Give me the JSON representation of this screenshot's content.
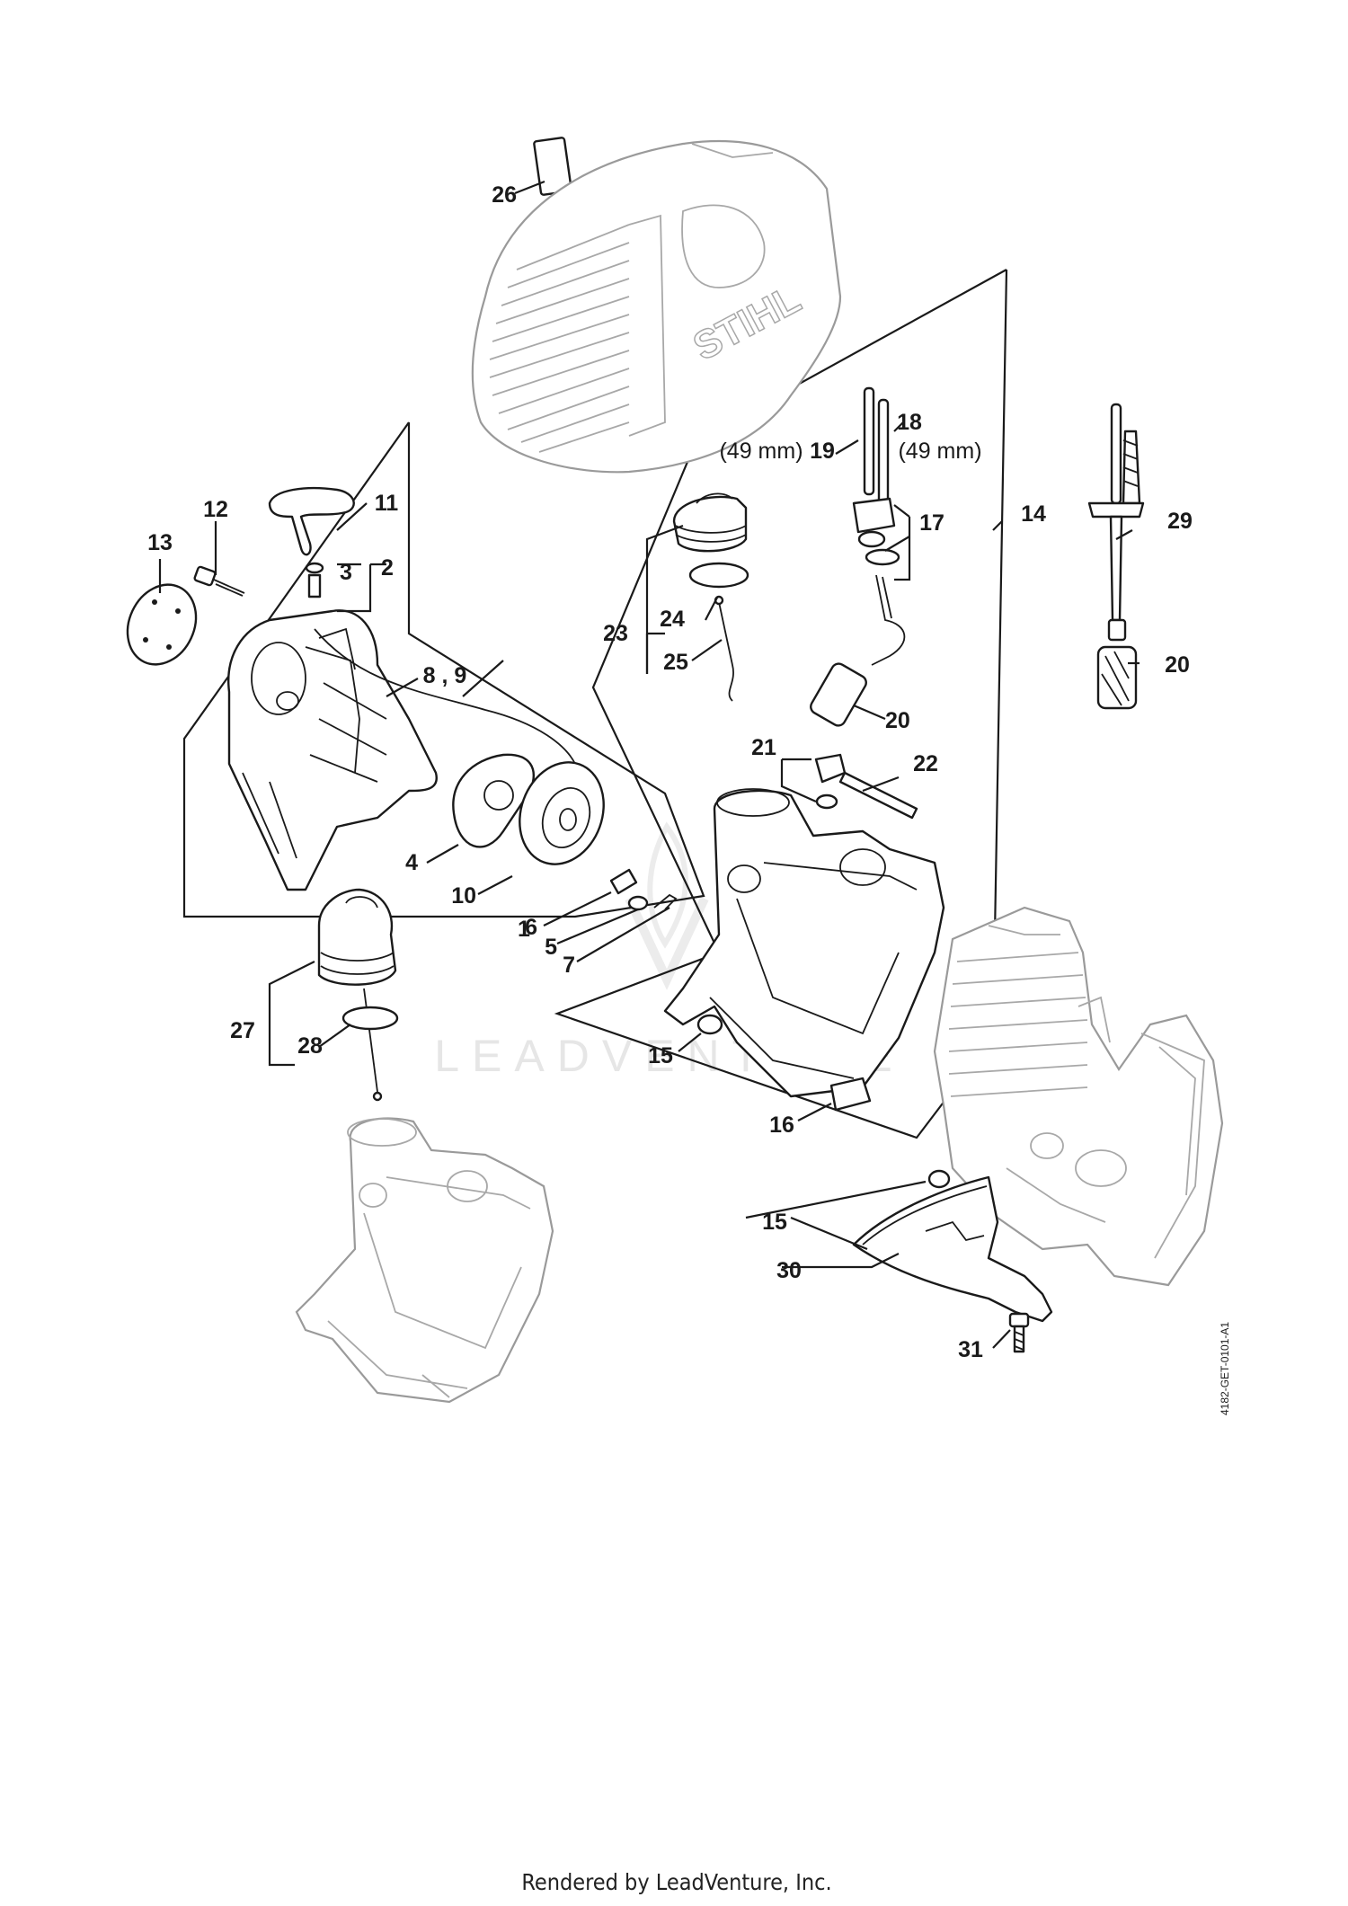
{
  "labels": {
    "l1": "1",
    "l2": "2",
    "l3": "3",
    "l4": "4",
    "l5": "5",
    "l6": "6",
    "l7": "7",
    "l8_9": "8 , 9",
    "l10": "10",
    "l11": "11",
    "l12": "12",
    "l13": "13",
    "l14": "14",
    "l15a": "15",
    "l15b": "15",
    "l16": "16",
    "l17": "17",
    "l18": "18",
    "l19": "19",
    "l20a": "20",
    "l20b": "20",
    "l21": "21",
    "l22": "22",
    "l23": "23",
    "l24": "24",
    "l25": "25",
    "l26": "26",
    "l27": "27",
    "l28": "28",
    "l29": "29",
    "l30": "30",
    "l31": "31",
    "dim19": "(49 mm)",
    "dim18": "(49 mm)"
  },
  "brand_mark": "STIHL",
  "watermark": "LEADVENTURE",
  "drawing_code": "4182-GET-0101-A1",
  "footer": "Rendered by LeadVenture, Inc."
}
